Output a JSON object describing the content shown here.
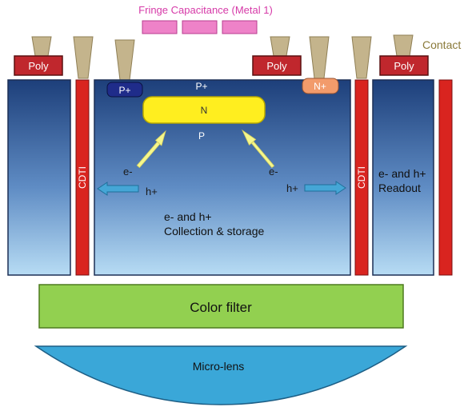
{
  "colors": {
    "poly_fill": "#c0272d",
    "contact_fill": "#c4b48c",
    "metal_fill": "#ee82c8",
    "cdti_fill": "#d9241f",
    "n_region_fill": "#ffee1f",
    "p_plus_fill": "#1f2c8a",
    "n_plus_fill": "#f29b6b",
    "color_filter_fill": "#92d050",
    "microlens_fill": "#3aa7d8",
    "arrow_yellow": "#f5f78c",
    "arrow_blue": "#45a6d6",
    "pink_text": "#d63aa8",
    "contact_text": "#8a7a3a"
  },
  "labels": {
    "fringe_capacitance": "Fringe Capacitance (Metal 1)",
    "contact": "Contact",
    "poly": "Poly",
    "p_plus": "P+",
    "n_plus": "N+",
    "n": "N",
    "p": "P",
    "cdti": "CDTI",
    "e_minus": "e-",
    "h_plus": "h+",
    "collection_line1": "e- and h+",
    "collection_line2": "Collection & storage",
    "readout_line1": "e- and h+",
    "readout_line2": "Readout",
    "color_filter": "Color filter",
    "micro_lens": "Micro-lens"
  }
}
